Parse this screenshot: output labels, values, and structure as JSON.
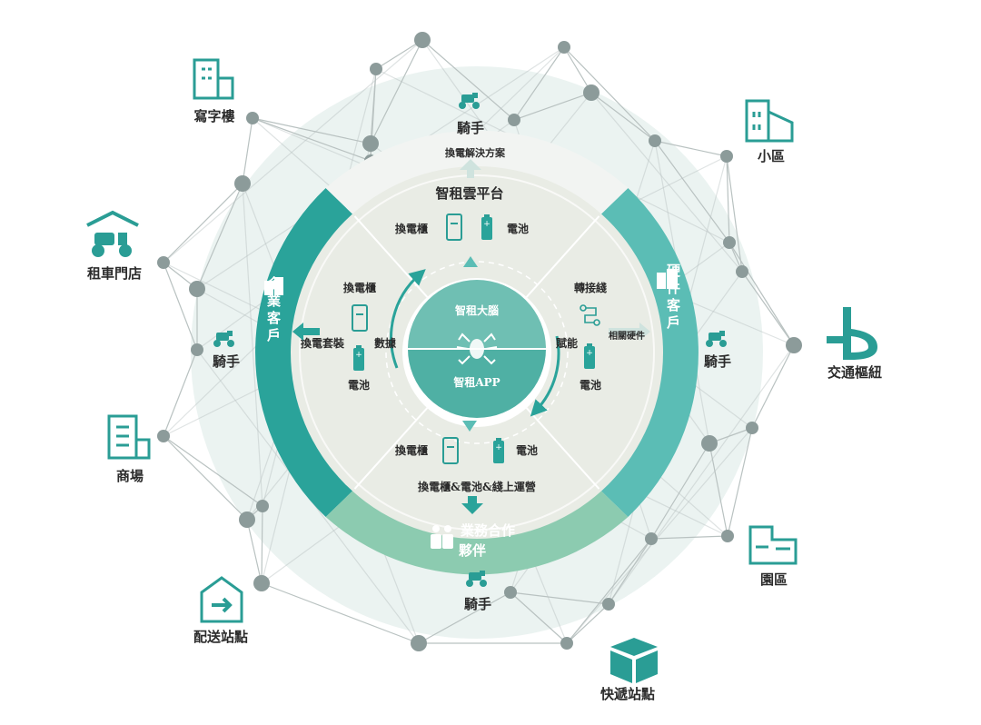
{
  "colors": {
    "teal_dark": "#2aa39a",
    "teal_mid": "#5bbdb5",
    "green_light": "#8ccbb0",
    "node_gray": "#8c9b9a",
    "line_gray": "#b9c2c1",
    "halo": "#e8f1ef",
    "inner_fill": "#e9ece5",
    "icon": "#2a9d95"
  },
  "center": {
    "top_label": "智租大腦",
    "bottom_label": "智租APP",
    "icon": "spider-logo-icon"
  },
  "ring_segments": {
    "left": "企業客戶",
    "right": "硬件客戶",
    "bottom_line1": "業務合作",
    "bottom_line2": "夥伴"
  },
  "top_quadrant": {
    "title": "智租雲平台",
    "cabinet": "換電櫃",
    "battery": "電池",
    "arrow_label": "換電解決方案"
  },
  "left_quadrant": {
    "cabinet": "換電櫃",
    "battery": "電池",
    "arrow_label": "換電套裝",
    "data_label": "數據"
  },
  "right_quadrant": {
    "adapter": "轉接綫",
    "battery": "電池",
    "arrow_label": "相關硬件",
    "enable_label": "賦能"
  },
  "bottom_quadrant": {
    "cabinet": "換電櫃",
    "battery": "電池",
    "ops_label": "換電櫃&電池&綫上運營"
  },
  "rider_labels": {
    "top": "騎手",
    "left": "騎手",
    "right": "騎手",
    "bottom": "騎手"
  },
  "outer_nodes": [
    {
      "label": "寫字樓",
      "icon": "office-building-icon"
    },
    {
      "label": "小區",
      "icon": "residential-community-icon"
    },
    {
      "label": "租車門店",
      "icon": "rental-store-icon"
    },
    {
      "label": "交通樞紐",
      "icon": "transport-hub-icon"
    },
    {
      "label": "商場",
      "icon": "shopping-mall-icon"
    },
    {
      "label": "園區",
      "icon": "industrial-park-icon"
    },
    {
      "label": "配送站點",
      "icon": "delivery-station-icon"
    },
    {
      "label": "快遞站點",
      "icon": "express-station-icon"
    }
  ]
}
